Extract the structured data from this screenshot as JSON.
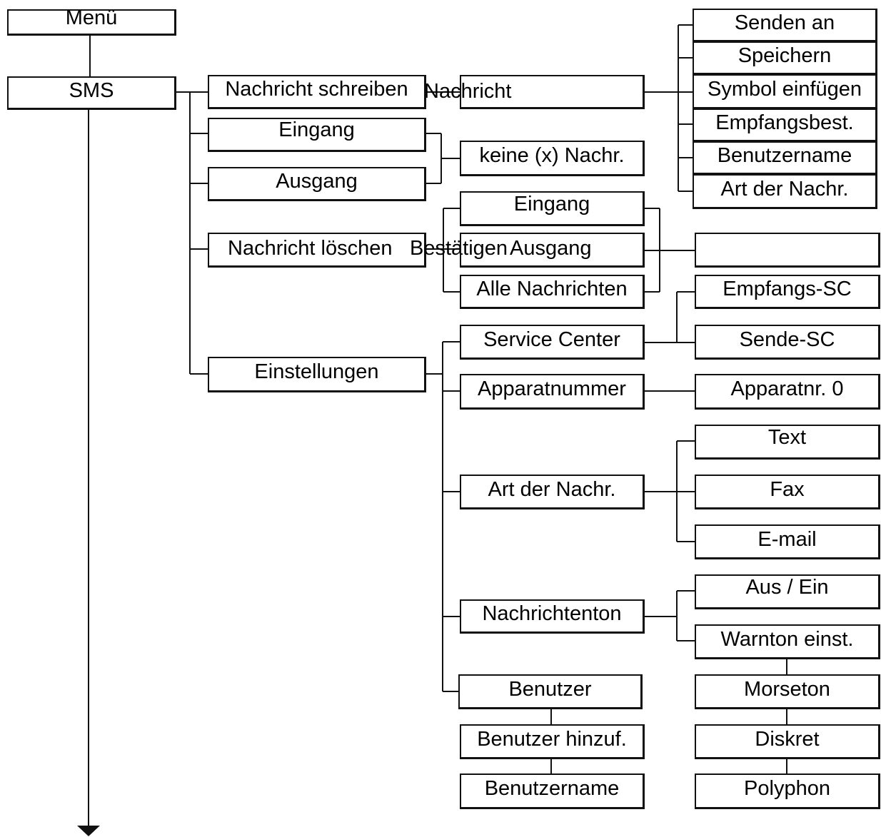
{
  "menu": "Menü",
  "sms": "SMS",
  "level1": {
    "schreiben": "Nachricht schreiben",
    "eingang": "Eingang",
    "ausgang": "Ausgang",
    "loeschen": "Nachricht löschen",
    "einstellungen": "Einstellungen"
  },
  "level2": {
    "nachricht": "Nachricht",
    "keine": "keine (x) Nachr.",
    "del_eingang": "Eingang",
    "del_ausgang": "Ausgang",
    "del_alle": "Alle Nachrichten",
    "bestaetigen": "Bestätigen",
    "service_center": "Service Center",
    "apparatnummer": "Apparatnummer",
    "art": "Art der Nachr.",
    "nachrichtenton": "Nachrichtenton",
    "benutzer": "Benutzer",
    "benutzer_hinzuf": "Benutzer hinzuf.",
    "benutzername": "Benutzername"
  },
  "level3": {
    "senden_an": "Senden an",
    "speichern": "Speichern",
    "symbol": "Symbol einfügen",
    "empfangsbest": "Empfangsbest.",
    "benutzername": "Benutzername",
    "art_der_nachr": "Art der Nachr.",
    "confirm_empty": "",
    "empfangs_sc": "Empfangs-SC",
    "sende_sc": "Sende-SC",
    "apparatnr": "Apparatnr. 0",
    "text": "Text",
    "fax": "Fax",
    "email": "E-mail",
    "aus_ein": "Aus / Ein",
    "warnton": "Warnton einst.",
    "morseton": "Morseton",
    "diskret": "Diskret",
    "polyphon": "Polyphon"
  },
  "colors": {
    "line": "#111111",
    "text": "#000000",
    "background": "#ffffff"
  }
}
